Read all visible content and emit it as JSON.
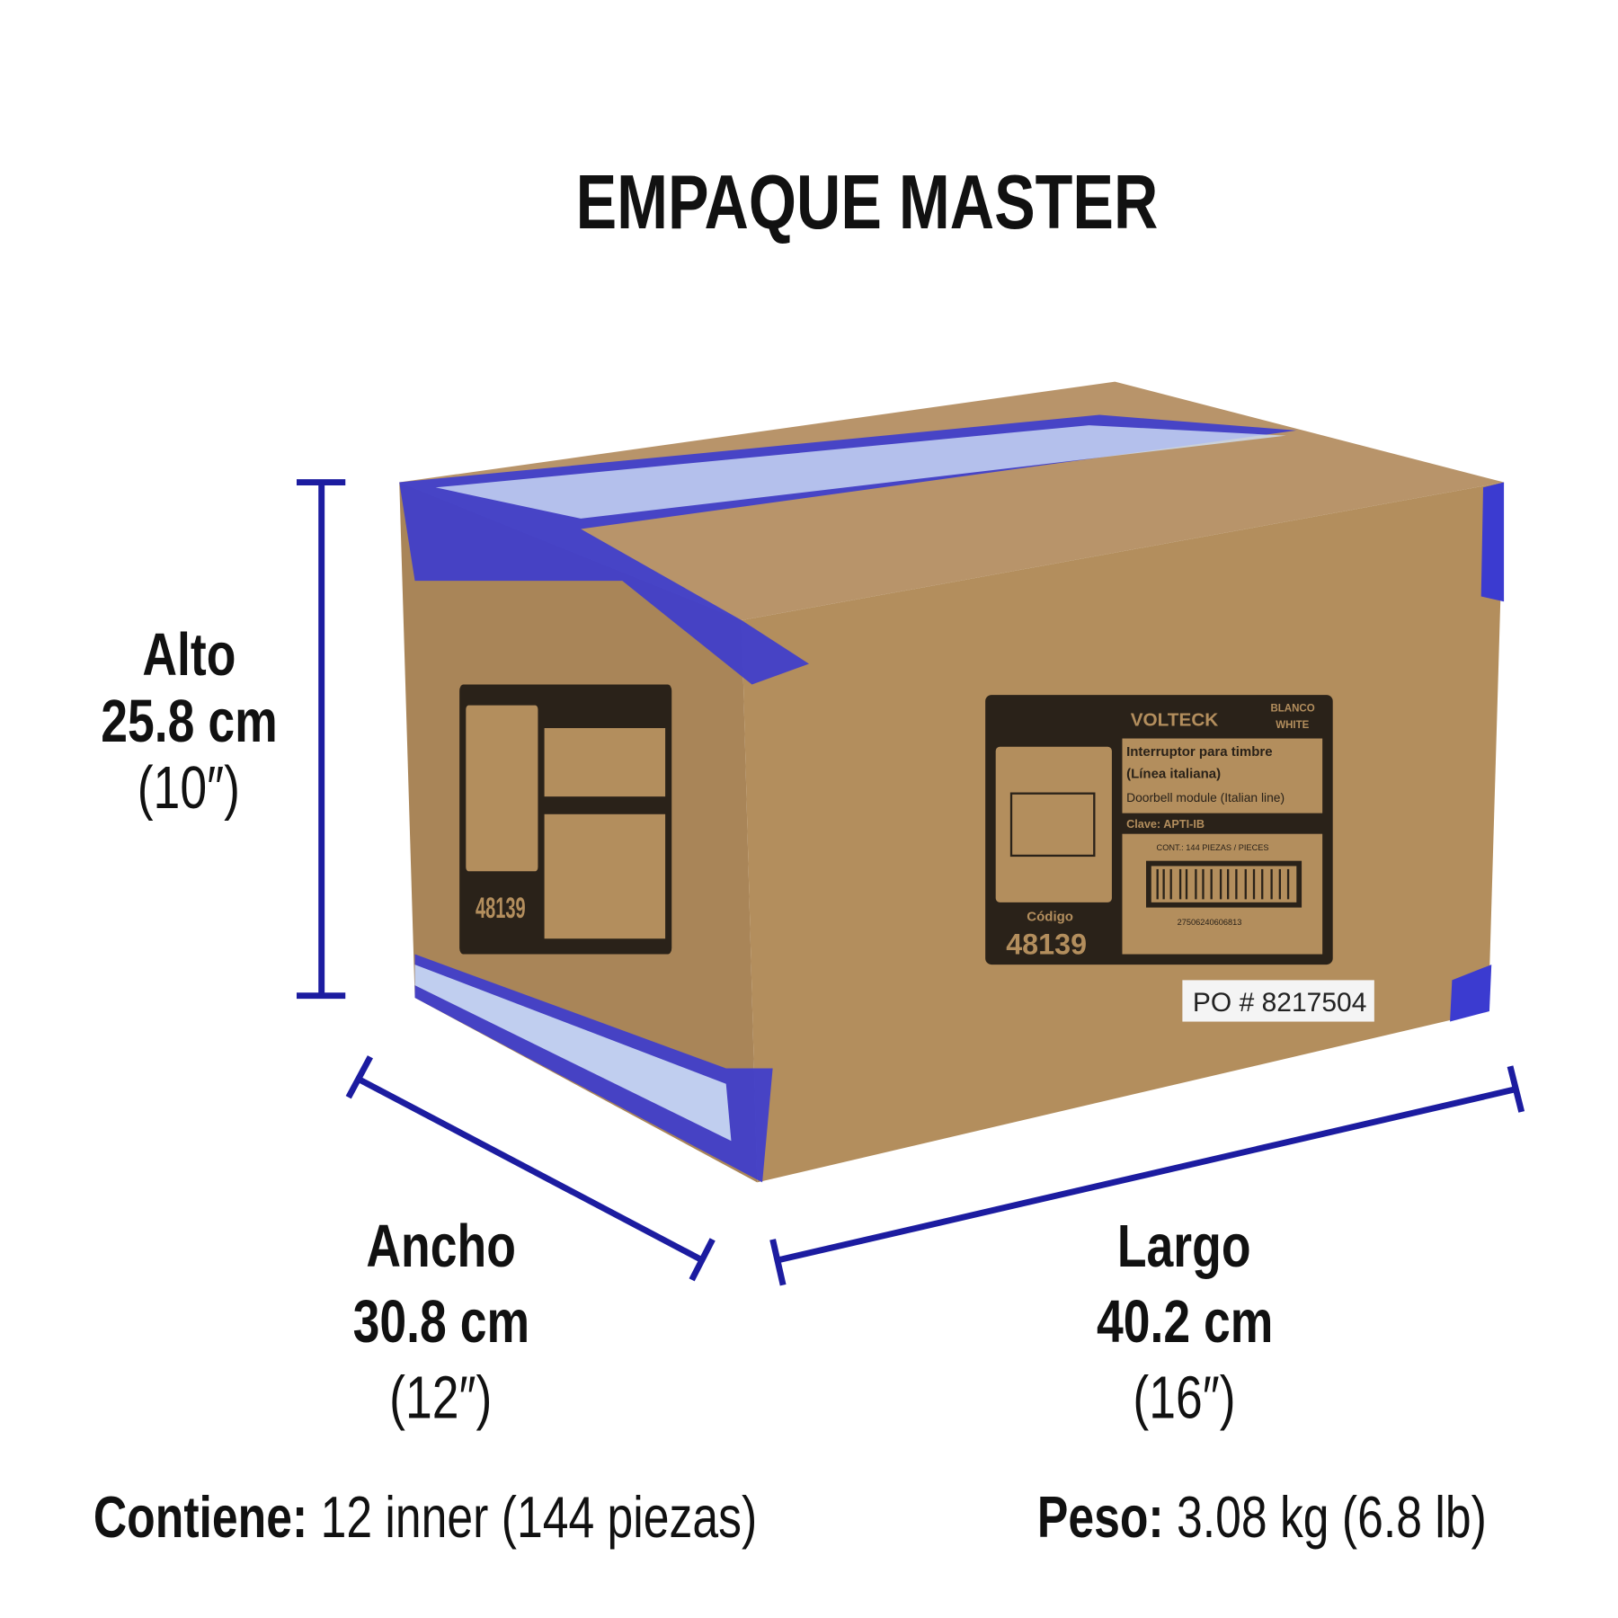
{
  "title": "EMPAQUE MASTER",
  "dimensions": {
    "alto": {
      "label": "Alto",
      "metric": "25.8 cm",
      "imperial": "(10″)"
    },
    "ancho": {
      "label": "Ancho",
      "metric": "30.8 cm",
      "imperial": "(12″)"
    },
    "largo": {
      "label": "Largo",
      "metric": "40.2 cm",
      "imperial": "(16″)"
    }
  },
  "contents": {
    "label": "Contiene:",
    "value": "12 inner (144 piezas)"
  },
  "weight": {
    "label": "Peso:",
    "value": "3.08 kg (6.8 lb)"
  },
  "box_label": {
    "brand": "VOLTECK",
    "color_es": "BLANCO",
    "color_en": "WHITE",
    "name_es_1": "Interruptor para timbre",
    "name_es_2": "(Línea italiana)",
    "name_en": "Doorbell module (Italian line)",
    "clave": "Clave: APTI-IB",
    "cont": "CONT.: 144 PIEZAS / PIECES",
    "barcode_number": "27506240606813",
    "codigo_label": "Código",
    "codigo": "48139",
    "po": "PO # 8217504"
  },
  "colors": {
    "dimension_line": "#1c1ca0",
    "cardboard": "#b38e5d",
    "tape": "#3a3ad0",
    "label_ink": "#2a2219"
  }
}
